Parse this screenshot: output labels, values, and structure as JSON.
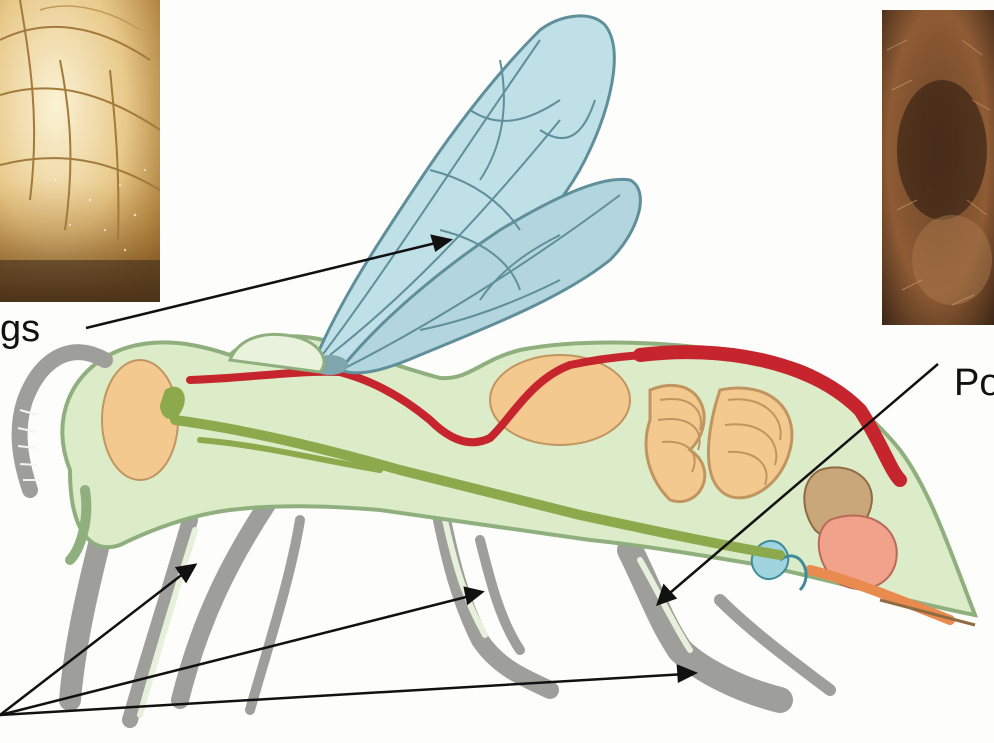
{
  "labels": {
    "wings": "gs",
    "pollen": "Po"
  },
  "photos": {
    "left": "bee-wing-closeup",
    "right": "bee-hair-closeup"
  },
  "colors": {
    "background": "#fdfdfb",
    "body_outline": "#8fb07e",
    "body_fill": "#dcebc8",
    "wing_fill": "#bfe0e6",
    "wing_outline": "#5f8f9a",
    "heart_red": "#c6252d",
    "gut_orange": "#f4c990",
    "nerve_green": "#8ca94c",
    "leg_gray": "#9e9e9a",
    "arrow": "#111111"
  }
}
